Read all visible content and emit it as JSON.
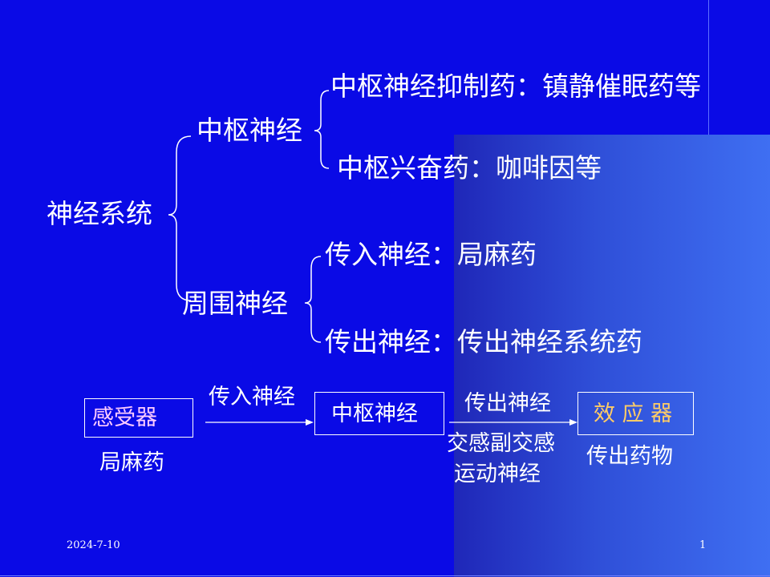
{
  "tree": {
    "root": "神经系统",
    "central": {
      "label": "中枢神经",
      "items": [
        "中枢神经抑制药：镇静催眠药等",
        "中枢兴奋药：咖啡因等"
      ]
    },
    "peripheral": {
      "label": "周围神经",
      "items": [
        "传入神经：局麻药",
        "传出神经：传出神经系统药"
      ]
    }
  },
  "flow": {
    "receptor": "感受器",
    "afferent": "传入神经",
    "center": "中枢神经",
    "efferent": "传出神经",
    "effector": "效 应 器",
    "receptor_note": "局麻药",
    "efferent_note_1": "交感副交感",
    "efferent_note_2": "运动神经",
    "effector_note": "传出药物"
  },
  "colors": {
    "background": "#0a0ae6",
    "text": "#ffffff",
    "receptor_text": "#ffccff",
    "effector_text": "#ffcc66"
  },
  "footer": {
    "date": "2024-7-10",
    "page": "1"
  }
}
